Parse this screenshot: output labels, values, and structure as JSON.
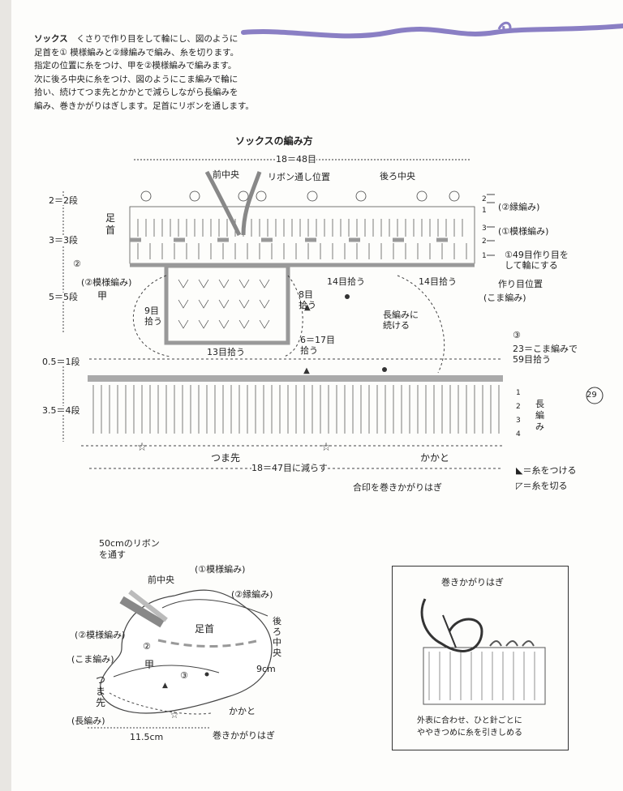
{
  "intro": {
    "heading": "ソックス",
    "lines": [
      "くさりで作り目をして輪にし、図のように",
      "足首を① 模様編みと②縁編みで編み、糸を切ります。",
      "指定の位置に糸をつけ、甲を②模様編みで編みます。",
      "次に後ろ中央に糸をつけ、図のようにこま編みで輪に",
      "拾い、続けてつま先とかかとで減らしながら長編みを",
      "編み、巻きかがりはぎします。足首にリボンを通します。"
    ]
  },
  "chart": {
    "title": "ソックスの編み方",
    "top_width": "18＝48目",
    "front_center": "前中央",
    "ribbon_position": "リボン通し位置",
    "back_center": "後ろ中央",
    "ankle": "足首",
    "rows_2": "2＝2段",
    "rows_3": "3＝3段",
    "rows_5": "5＝5段",
    "rows_05": "0.5＝1段",
    "rows_35": "3.5＝4段",
    "edge_label": "(②縁編み)",
    "pattern1_label": "(①模様編み)",
    "step1": "①49目作り目を\nして輪にする",
    "chain_start": "作り目位置",
    "sc_label": "(こま編み)",
    "step2_mark": "②",
    "pattern2_label": "(②模様編み)",
    "instep": "甲",
    "pick_left": "14目拾う",
    "pick_right": "14目拾う",
    "pick_9": "9目\n拾う",
    "pick_8": "8目\n拾う",
    "pick_6": "6＝17目\n拾う",
    "pick_13": "13目拾う",
    "continue_dc": "長編みに\n続ける",
    "step3_mark": "③",
    "step3_text": "23＝こま編みで\n59目拾う",
    "dc_label": "長編み",
    "toe": "つま先",
    "heel": "かかと",
    "bottom_width": "18＝47目に減らす",
    "seam_note": "合印を巻きかがりはぎ",
    "legend_attach": "＝糸をつける",
    "legend_cut": "＝糸を切る",
    "page_number": "29",
    "row_nums_top": [
      "2",
      "1",
      "3",
      "2",
      "1"
    ],
    "row_nums_bottom": [
      "1",
      "2",
      "3",
      "4"
    ]
  },
  "illustration": {
    "ribbon": "50cmのリボン\nを通す",
    "front_center": "前中央",
    "pattern1": "(①模様編み)",
    "edge2": "(②縁編み)",
    "back_center": "後ろ中央",
    "pattern2": "(②模様編み)",
    "sc": "(こま編み)",
    "ankle": "足首",
    "instep": "甲",
    "toe": "つま先",
    "dc": "(長編み)",
    "heel": "かかと",
    "length": "11.5cm",
    "depth": "9cm",
    "seam": "巻きかがりはぎ",
    "mark2": "②",
    "mark3": "③"
  },
  "whipstitch": {
    "title": "巻きかがりはぎ",
    "caption1": "外表に合わせ、ひと針ごとに",
    "caption2": "ややきつめに糸を引きしめる"
  }
}
